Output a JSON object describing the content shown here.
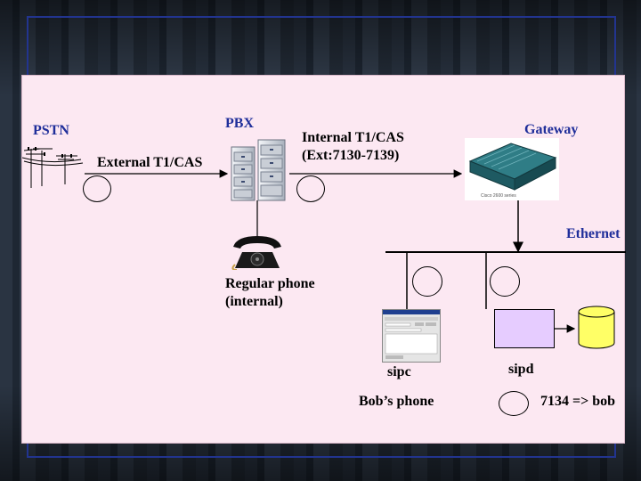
{
  "labels": {
    "pstn": "PSTN",
    "pbx": "PBX",
    "external_trunk": "External T1/CAS",
    "internal_trunk_line1": "Internal T1/CAS",
    "internal_trunk_line2": "(Ext:7130-7139)",
    "gateway": "Gateway",
    "ethernet": "Ethernet",
    "regular_phone_line1": "Regular phone",
    "regular_phone_line2": "(internal)",
    "sipc": "sipc",
    "sipd": "sipd",
    "bobs_phone": "Bob’s phone",
    "mapping": "7134 => bob"
  },
  "colors": {
    "accent_label": "#1f2e9a",
    "slide_background": "#fce8f2",
    "sipd_box": "#e6ccff",
    "database": "#ffff66",
    "gateway_device": "#1e5a62"
  }
}
